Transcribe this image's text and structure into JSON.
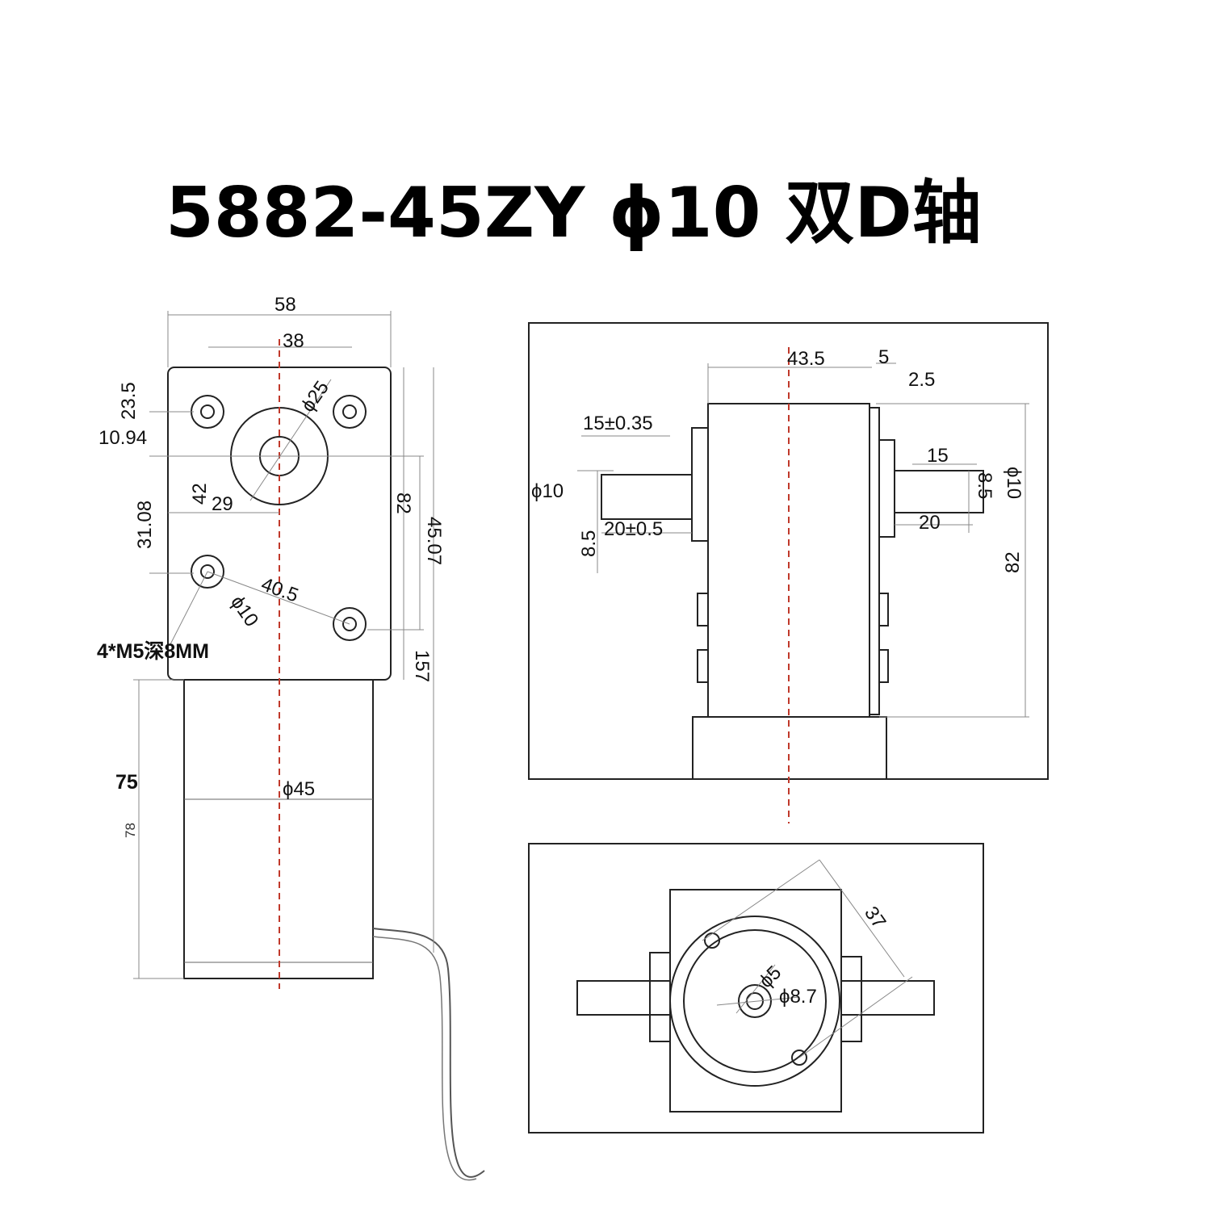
{
  "title": "5882-45ZY  ϕ10   双D轴",
  "dimensions": {
    "width_58": "58",
    "width_38": "38",
    "d23_5": "23.5",
    "d10_94": "10.94",
    "phi25": "ϕ25",
    "d42": "42",
    "d29": "29",
    "d31_08": "31.08",
    "d82_left": "82",
    "d45_07": "45.07",
    "d40_5": "40.5",
    "phi10_hole": "ϕ10",
    "thread": "4*M5深8MM",
    "d157": "157",
    "d75": "75",
    "d78": "78",
    "phi45": "ϕ45",
    "d43_5": "43.5",
    "d5": "5",
    "d2_5": "2.5",
    "tol15": "15±0.35",
    "phi10_left": "ϕ10",
    "tol20": "20±0.5",
    "d8_5_left": "8.5",
    "d15_right": "15",
    "d8_5_right": "8.5",
    "phi10_right": "ϕ10",
    "d20_right": "20",
    "d82_right": "82",
    "d37": "37",
    "phi5": "ϕ5",
    "phi8_7": "ϕ8.7"
  }
}
